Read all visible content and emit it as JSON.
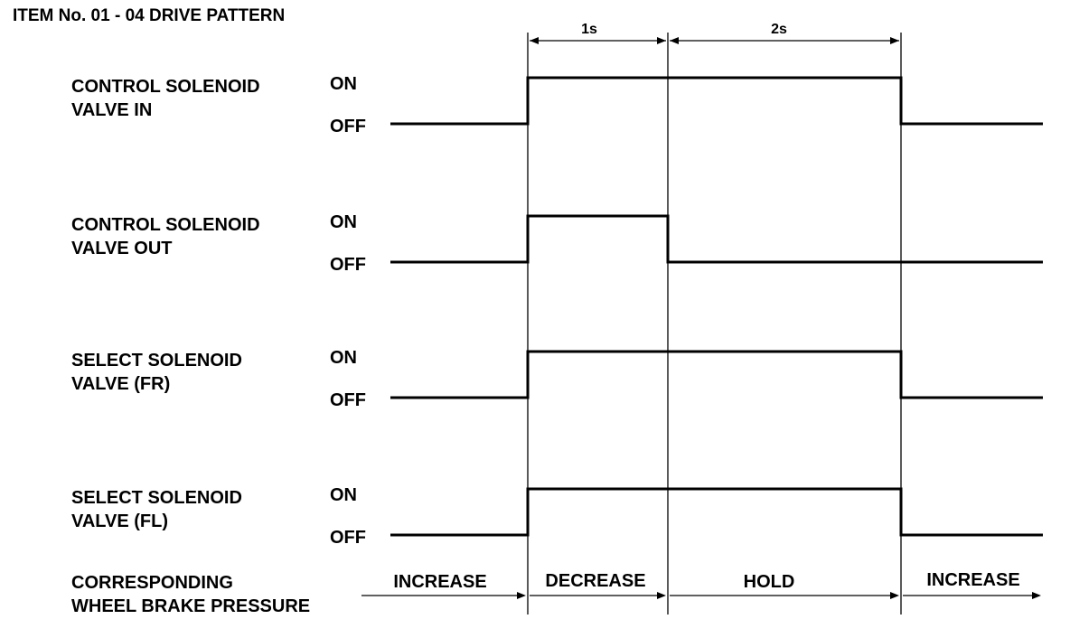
{
  "title": "ITEM No. 01 - 04 DRIVE PATTERN",
  "durations": {
    "first": "1s",
    "second": "2s"
  },
  "state_on": "ON",
  "state_off": "OFF",
  "signals": [
    {
      "line1": "CONTROL SOLENOID",
      "line2": "VALVE IN",
      "pattern": [
        "OFF",
        "ON",
        "ON",
        "OFF"
      ]
    },
    {
      "line1": "CONTROL SOLENOID",
      "line2": "VALVE OUT",
      "pattern": [
        "OFF",
        "ON",
        "OFF",
        "OFF"
      ]
    },
    {
      "line1": "SELECT SOLENOID",
      "line2": "VALVE (FR)",
      "pattern": [
        "OFF",
        "ON",
        "ON",
        "OFF"
      ]
    },
    {
      "line1": "SELECT SOLENOID",
      "line2": "VALVE (FL)",
      "pattern": [
        "OFF",
        "ON",
        "ON",
        "OFF"
      ]
    }
  ],
  "pressure": {
    "line1": "CORRESPONDING",
    "line2": "WHEEL BRAKE PRESSURE",
    "phases": [
      "INCREASE",
      "DECREASE",
      "HOLD",
      "INCREASE"
    ]
  }
}
